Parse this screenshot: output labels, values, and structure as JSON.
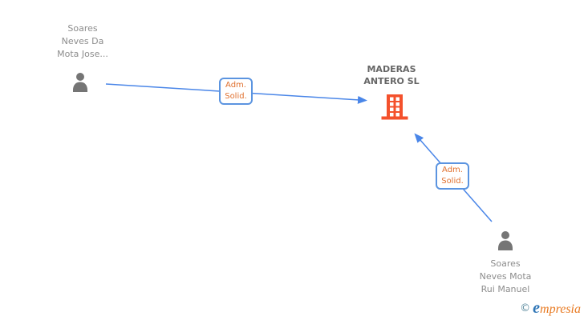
{
  "diagram": {
    "nodes": {
      "person1": {
        "label": "Soares\nNeves Da\nMota Jose...",
        "icon": "person-icon"
      },
      "company": {
        "label": "MADERAS\nANTERO SL",
        "icon": "building-icon"
      },
      "person2": {
        "label": "Soares\nNeves Mota\nRui Manuel",
        "icon": "person-icon"
      }
    },
    "edges": [
      {
        "from": "person1",
        "to": "company",
        "label": "Adm.\nSolid."
      },
      {
        "from": "person2",
        "to": "company",
        "label": "Adm.\nSolid."
      }
    ]
  },
  "logo": {
    "copyright": "©",
    "brand_initial": "e",
    "brand_rest": "mpresia"
  },
  "colors": {
    "edge_line": "#4a86e8",
    "edge_label_border": "#5b94e0",
    "edge_label_text": "#e0702e",
    "person_icon": "#757575",
    "person_label": "#8c8c8c",
    "company_label": "#666666",
    "building_icon": "#f4512c",
    "logo_copyright": "#5b8a9e",
    "logo_e": "#2e75b6",
    "logo_rest": "#e87a22"
  }
}
